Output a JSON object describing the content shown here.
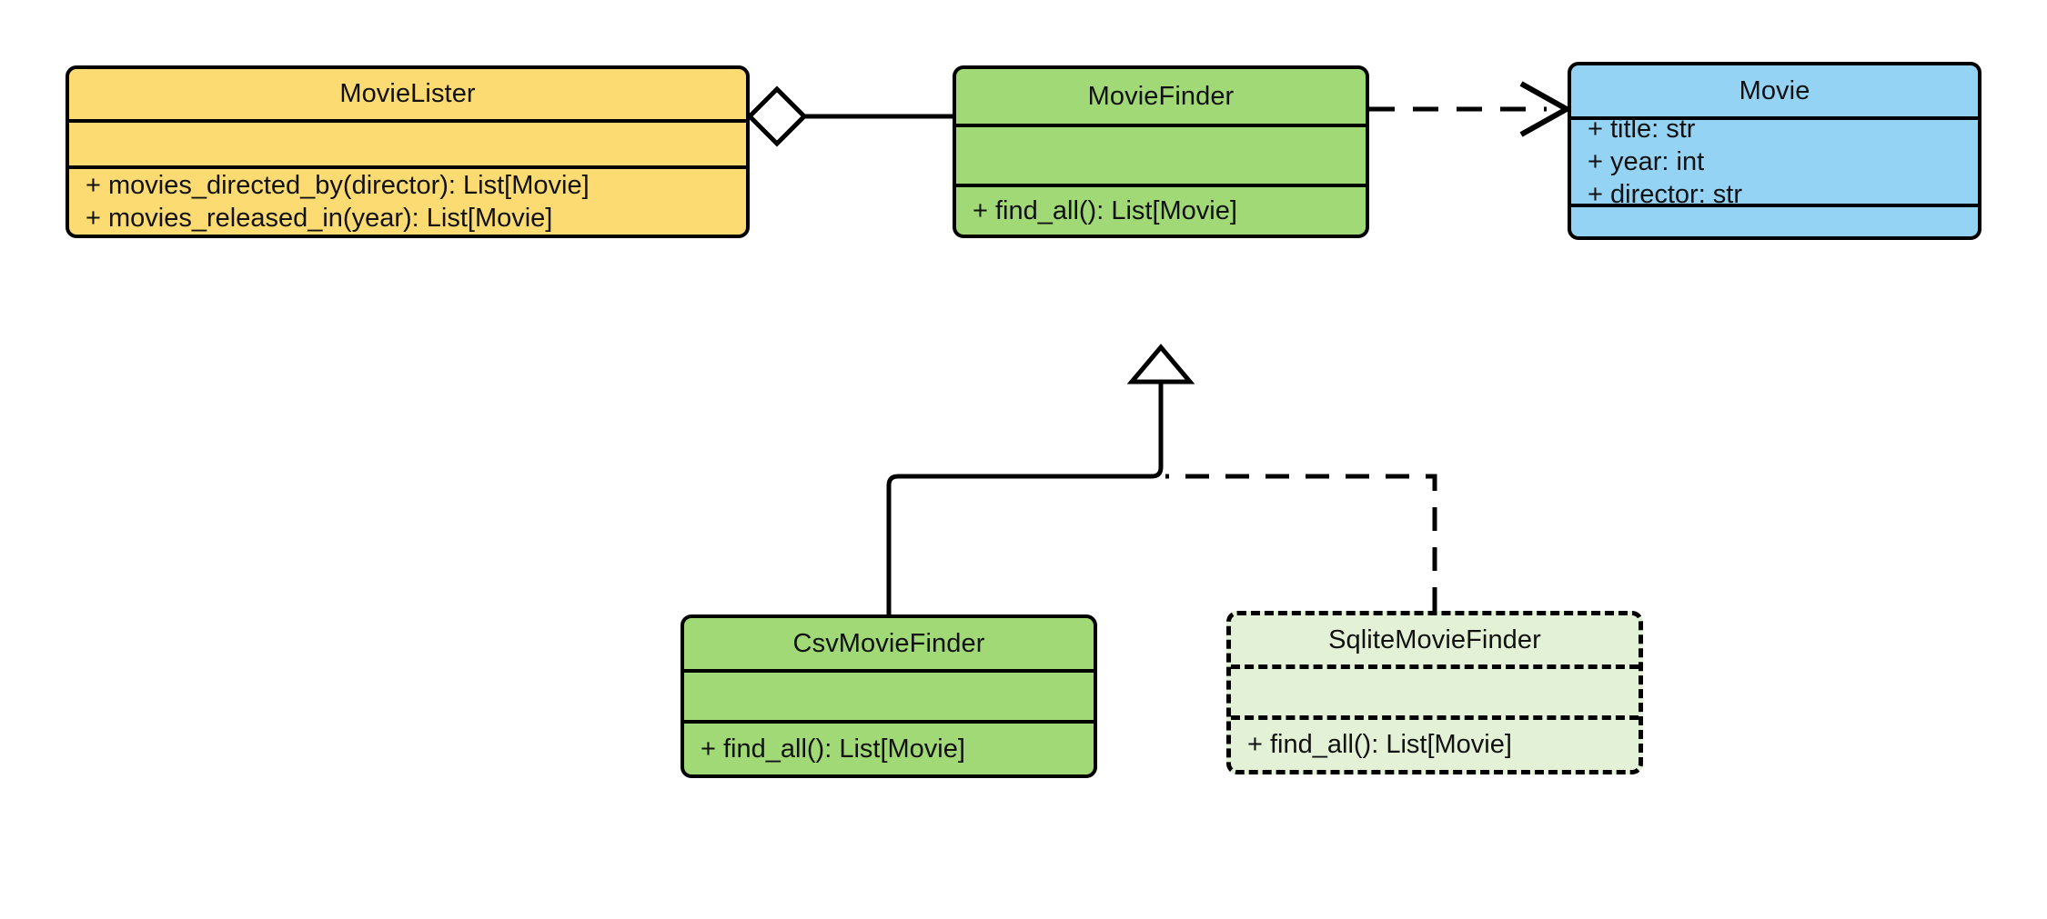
{
  "diagram": {
    "type": "uml-class-diagram",
    "title": "Movie finder dependency injection class diagram",
    "background": "#ffffff",
    "line_color": "#000000"
  },
  "colors": {
    "yellow_fill": "#FCDB72",
    "green_fill": "#A2D977",
    "blue_fill": "#95D3F5",
    "light_green_fill": "#E3F2D6",
    "stroke": "#000000"
  },
  "classes": [
    {
      "id": "movielister",
      "name": "MovieLister",
      "fill": "#FCDB72",
      "border_style": "solid",
      "attributes": [],
      "methods": [
        "+ movies_directed_by(director): List[Movie]",
        "+ movies_released_in(year): List[Movie]"
      ]
    },
    {
      "id": "moviefinder",
      "name": "MovieFinder",
      "fill": "#A2D977",
      "border_style": "solid",
      "attributes": [],
      "methods": [
        "+ find_all(): List[Movie]"
      ]
    },
    {
      "id": "movie",
      "name": "Movie",
      "fill": "#95D3F5",
      "border_style": "solid",
      "attributes": [
        "+ title: str",
        "+ year: int",
        "+ director: str"
      ],
      "methods": []
    },
    {
      "id": "csvmoviefinder",
      "name": "CsvMovieFinder",
      "fill": "#A2D977",
      "border_style": "solid",
      "attributes": [],
      "methods": [
        "+ find_all(): List[Movie]"
      ]
    },
    {
      "id": "sqlitemoviefinder",
      "name": "SqliteMovieFinder",
      "fill": "#E3F2D6",
      "border_style": "dashed",
      "attributes": [],
      "methods": [
        "+ find_all(): List[Movie]"
      ]
    }
  ],
  "relationships": [
    {
      "id": "rel-aggregation",
      "kind": "aggregation",
      "from": "MovieLister",
      "to": "MovieFinder",
      "line_style": "solid",
      "source_decoration": "hollow-diamond",
      "target_decoration": "none",
      "label": ""
    },
    {
      "id": "rel-dependency",
      "kind": "dependency",
      "from": "MovieFinder",
      "to": "Movie",
      "line_style": "dashed",
      "source_decoration": "none",
      "target_decoration": "open-arrow",
      "label": ""
    },
    {
      "id": "rel-generalization-csv",
      "kind": "generalization",
      "from": "CsvMovieFinder",
      "to": "MovieFinder",
      "line_style": "solid",
      "source_decoration": "none",
      "target_decoration": "hollow-triangle",
      "label": ""
    },
    {
      "id": "rel-generalization-sqlite",
      "kind": "generalization",
      "from": "SqliteMovieFinder",
      "to": "MovieFinder",
      "line_style": "dashed",
      "source_decoration": "none",
      "target_decoration": "hollow-triangle",
      "label": ""
    }
  ]
}
